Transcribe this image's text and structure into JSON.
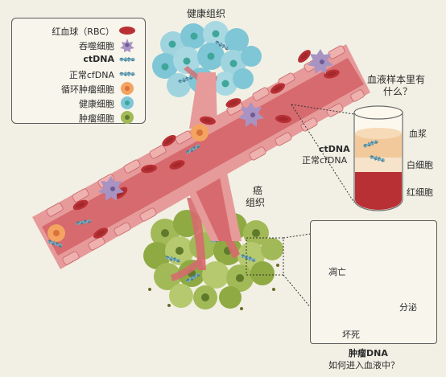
{
  "legend": {
    "rbc": "红血球（RBC）",
    "phagocyte": "吞噬细胞",
    "ctdna": "ctDNA",
    "normal_cfdna": "正常cfDNA",
    "ctc": "循环肿瘤细胞",
    "healthy_cell": "健康细胞",
    "tumor_cell": "肿瘤细胞"
  },
  "labels": {
    "healthy_tissue": "健康组织",
    "tumor_tissue_line1": "癌",
    "tumor_tissue_line2": "组织",
    "question_line1": "血液样本里有",
    "question_line2": "什么？",
    "plasma": "血浆",
    "wbc": "白细胞",
    "rbc": "红细胞",
    "tube_ctdna": "ctDNA",
    "tube_normal_cfdna": "正常cfDNA"
  },
  "inset": {
    "apoptosis": "凋亡",
    "secretion": "分泌",
    "necrosis": "坏死",
    "caption_line1": "肿瘤DNA",
    "caption_line2": "如何进入血液中？"
  },
  "colors": {
    "background": "#f2f0e4",
    "vessel": "#d66a6e",
    "vessel_wall": "#e69a9a",
    "rbc": "#b83034",
    "healthy_cell": "#7fc6d6",
    "tumor_cell": "#a2b957",
    "ctc": "#f4a361",
    "phagocyte": "#a893c3",
    "dna": "#4d7f97"
  },
  "icons": [
    "rbc-icon",
    "phagocyte-icon",
    "ctdna-helix-icon",
    "cfdna-helix-icon",
    "ctc-icon",
    "healthy-cell-icon",
    "tumor-cell-icon"
  ]
}
